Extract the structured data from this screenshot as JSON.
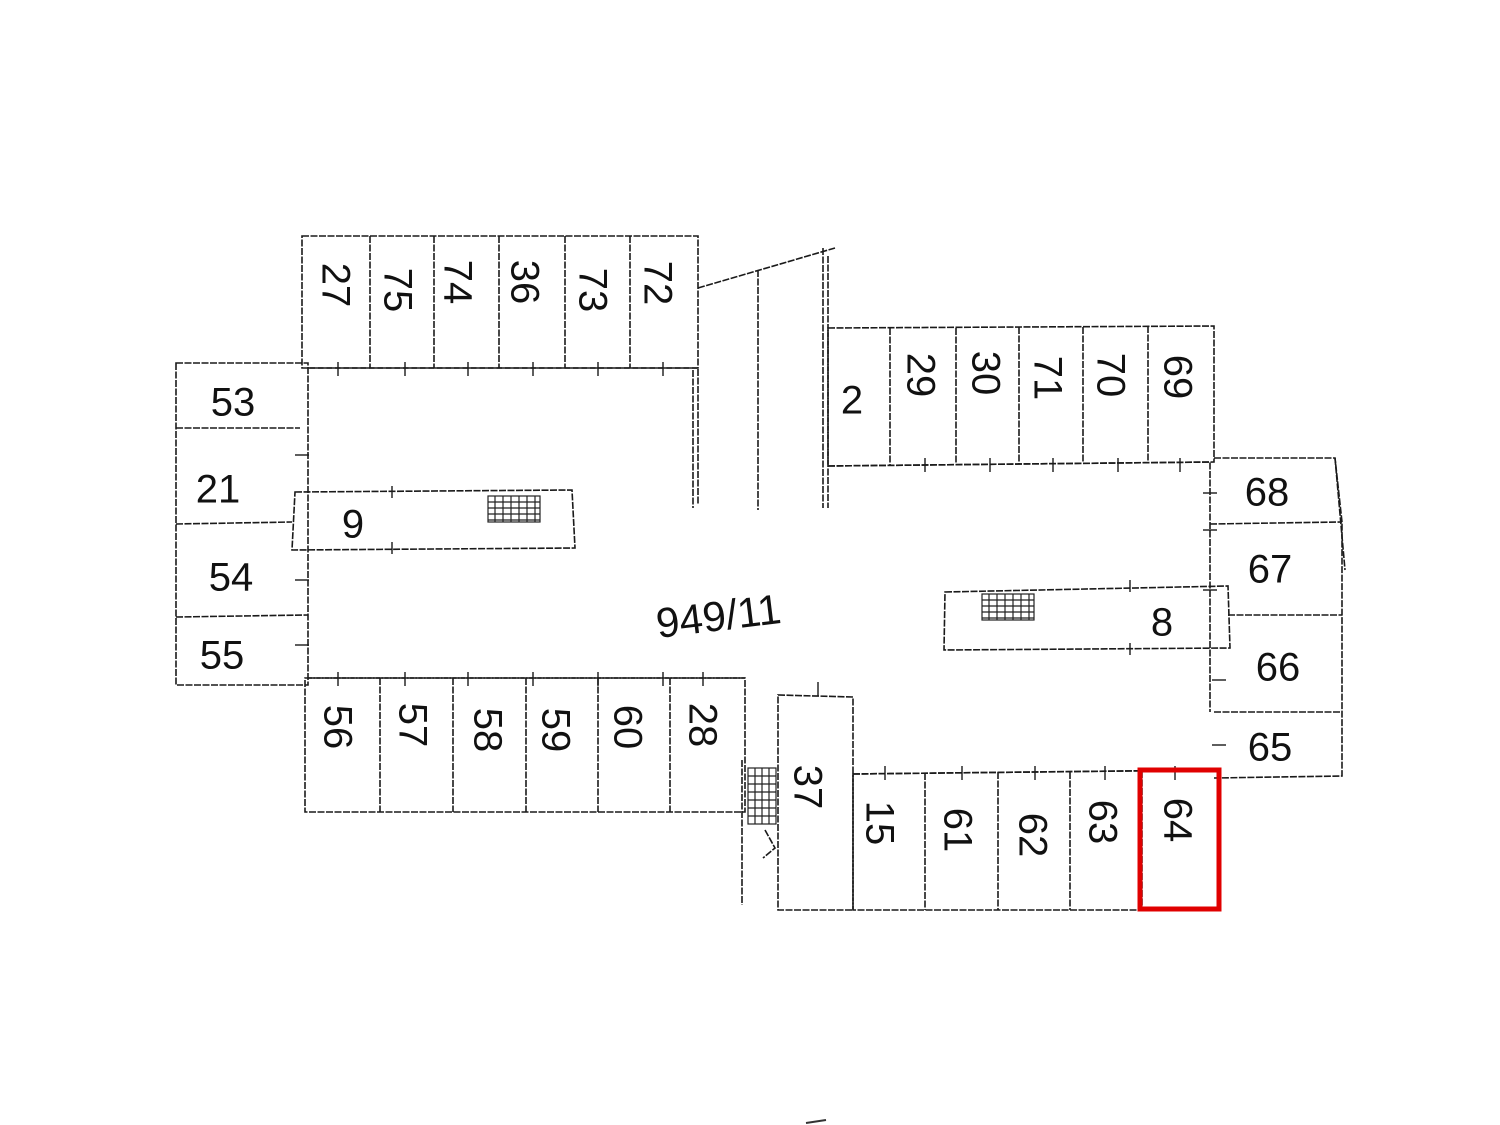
{
  "parcel": {
    "label": "949/11"
  },
  "units": {
    "u27": "27",
    "u75": "75",
    "u74": "74",
    "u36": "36",
    "u73": "73",
    "u72": "72",
    "u2": "2",
    "u29": "29",
    "u30": "30",
    "u71": "71",
    "u70": "70",
    "u69": "69",
    "u53": "53",
    "u21": "21",
    "u54": "54",
    "u55": "55",
    "u9": "9",
    "u8": "8",
    "u68": "68",
    "u67": "67",
    "u66": "66",
    "u65": "65",
    "u56": "56",
    "u57": "57",
    "u58": "58",
    "u59": "59",
    "u60": "60",
    "u28": "28",
    "u37": "37",
    "u15": "15",
    "u61": "61",
    "u62": "62",
    "u63": "63",
    "u64": "64"
  },
  "highlight": {
    "unit": "64",
    "color": "#e00000"
  }
}
